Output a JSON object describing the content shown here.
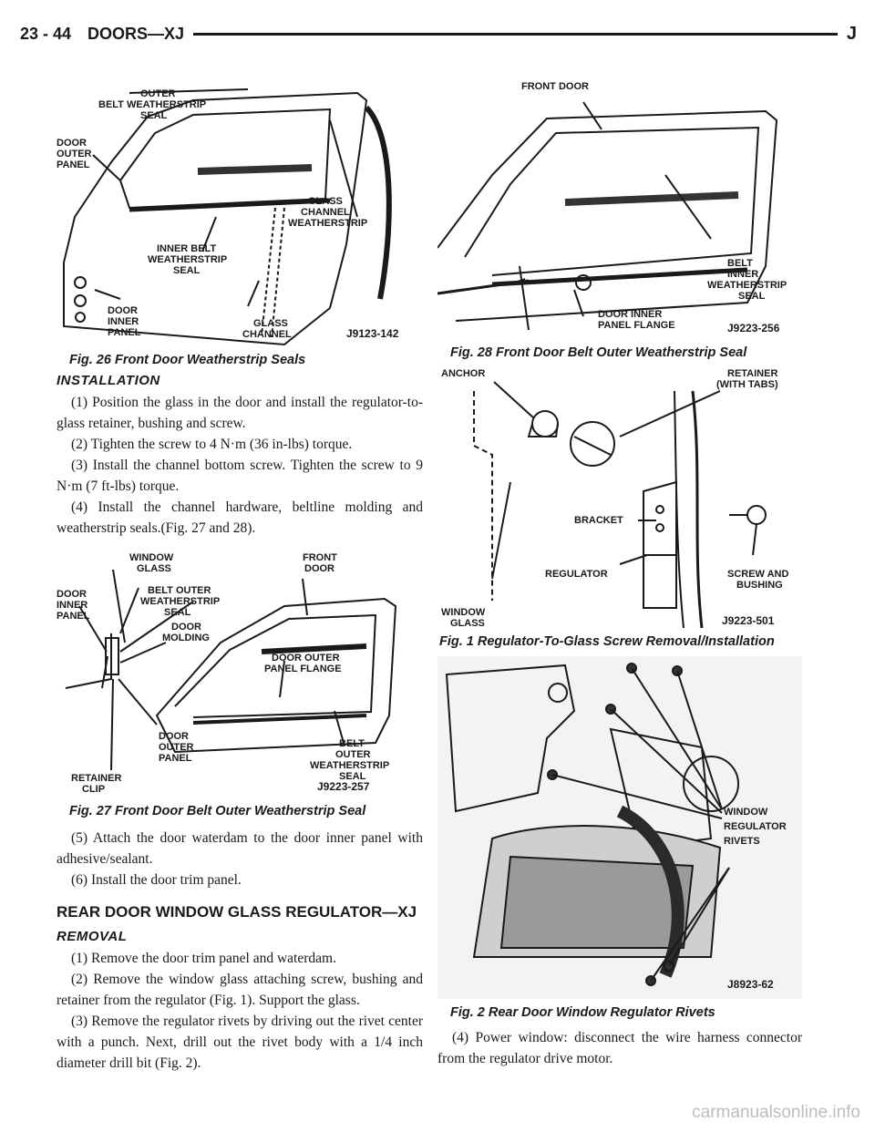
{
  "header": {
    "page_number": "23 - 44",
    "section": "DOORS—XJ",
    "letter": "J"
  },
  "figures": {
    "fig26": {
      "caption": "Fig. 26 Front Door Weatherstrip Seals",
      "code": "J9123-142",
      "labels": {
        "outer_belt_1": "OUTER",
        "outer_belt_2": "BELT WEATHERSTRIP",
        "outer_belt_3": "SEAL",
        "door_outer_1": "DOOR",
        "door_outer_2": "OUTER",
        "door_outer_3": "PANEL",
        "glass_channel_ws_1": "GLASS",
        "glass_channel_ws_2": "CHANNEL",
        "glass_channel_ws_3": "WEATHERSTRIP",
        "inner_belt_1": "INNER BELT",
        "inner_belt_2": "WEATHERSTRIP",
        "inner_belt_3": "SEAL",
        "door_inner_1": "DOOR",
        "door_inner_2": "INNER",
        "door_inner_3": "PANEL",
        "glass_channel_1": "GLASS",
        "glass_channel_2": "CHANNEL"
      }
    },
    "fig27": {
      "caption": "Fig. 27 Front Door Belt Outer Weatherstrip Seal",
      "code": "J9223-257",
      "labels": {
        "window_glass_1": "WINDOW",
        "window_glass_2": "GLASS",
        "front_door_1": "FRONT",
        "front_door_2": "DOOR",
        "door_inner_1": "DOOR",
        "door_inner_2": "INNER",
        "door_inner_3": "PANEL",
        "belt_outer_1": "BELT OUTER",
        "belt_outer_2": "WEATHERSTRIP",
        "belt_outer_3": "SEAL",
        "door_molding_1": "DOOR",
        "door_molding_2": "MOLDING",
        "outer_flange_1": "DOOR OUTER",
        "outer_flange_2": "PANEL FLANGE",
        "door_outer_1": "DOOR",
        "door_outer_2": "OUTER",
        "door_outer_3": "PANEL",
        "belt_outer_b1": "BELT",
        "belt_outer_b2": "OUTER",
        "belt_outer_b3": "WEATHERSTRIP",
        "belt_outer_b4": "SEAL",
        "retainer_1": "RETAINER",
        "retainer_2": "CLIP"
      }
    },
    "fig28": {
      "caption": "Fig. 28 Front Door Belt Outer Weatherstrip Seal",
      "code": "J9223-256",
      "labels": {
        "front_door": "FRONT DOOR",
        "belt_1": "BELT",
        "belt_2": "INNER",
        "belt_3": "WEATHERSTRIP",
        "belt_4": "SEAL",
        "flange_1": "DOOR INNER",
        "flange_2": "PANEL FLANGE"
      }
    },
    "fig1": {
      "caption": "Fig. 1 Regulator-To-Glass Screw Removal/Installation",
      "code": "J9223-501",
      "labels": {
        "anchor": "ANCHOR",
        "retainer_1": "RETAINER",
        "retainer_2": "(WITH TABS)",
        "bracket": "BRACKET",
        "regulator": "REGULATOR",
        "screw_1": "SCREW AND",
        "screw_2": "BUSHING",
        "window_1": "WINDOW",
        "window_2": "GLASS"
      }
    },
    "fig2": {
      "caption": "Fig. 2 Rear Door Window Regulator Rivets",
      "code": "J8923-62",
      "labels": {
        "rivets_1": "WINDOW",
        "rivets_2": "REGULATOR",
        "rivets_3": "RIVETS"
      }
    }
  },
  "installation": {
    "heading": "INSTALLATION",
    "steps": [
      "(1) Position the glass in the door and install the regulator-to-glass retainer, bushing and screw.",
      "(2) Tighten the screw to 4 N·m (36 in-lbs) torque.",
      "(3) Install the channel bottom screw. Tighten the screw to 9 N·m (7 ft-lbs) torque.",
      "(4) Install the channel hardware, beltline molding and weatherstrip seals.(Fig. 27 and 28).",
      "(5) Attach the door waterdam to the door inner panel with adhesive/sealant.",
      "(6) Install the door trim panel."
    ]
  },
  "rear_section": {
    "title": "REAR DOOR WINDOW GLASS REGULATOR—XJ",
    "removal_heading": "REMOVAL",
    "steps": [
      "(1) Remove the door trim panel and waterdam.",
      "(2) Remove the window glass attaching screw, bushing and retainer from the regulator (Fig. 1). Support the glass.",
      "(3) Remove the regulator rivets by driving out the rivet center with a punch. Next, drill out the rivet body with a 1/4 inch diameter drill bit (Fig. 2).",
      "(4) Power window: disconnect the wire harness connector from the regulator drive motor."
    ]
  },
  "watermark": "carmanualsonline.info"
}
